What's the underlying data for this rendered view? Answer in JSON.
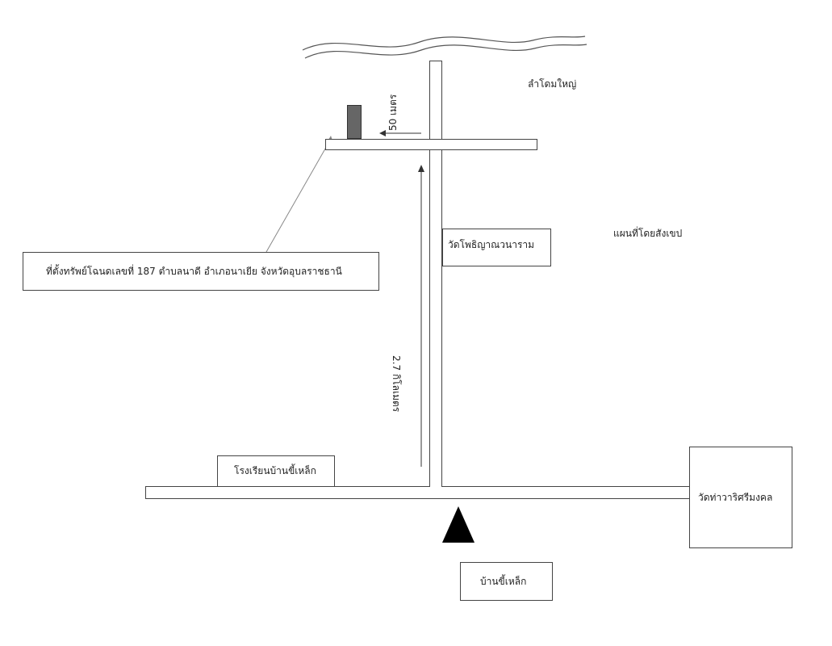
{
  "labels": {
    "river": "ลำโดมใหญ่",
    "map_note": "แผนที่โดยสังเขป",
    "property_location": "ที่ตั้งทรัพย์โฉนดเลขที่ 187 ตำบลนาดี อำเภอนาเยีย จังหวัดอุบลราชธานี",
    "temple_pho": "วัดโพธิญาณวนาราม",
    "school": "โรงเรียนบ้านขี้เหล็ก",
    "temple_tha": "วัดท่าวาริศรีมงคล",
    "village": "บ้านขี้เหล็ก",
    "dist_50m": "50 เมตร",
    "dist_27km": "2.7 กิโลเมตร"
  },
  "colors": {
    "property_marker": "#666666",
    "line": "#444444"
  }
}
